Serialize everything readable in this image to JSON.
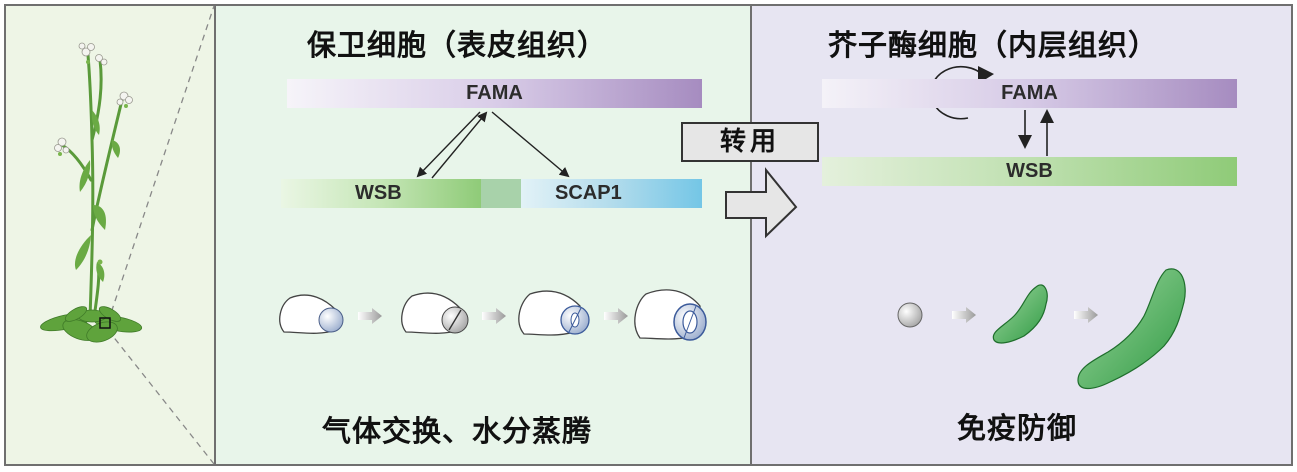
{
  "left_panel": {
    "title": "保卫细胞（表皮组织）",
    "genes": {
      "top": "FAMA",
      "left": "WSB",
      "right": "SCAP1"
    },
    "function_label": "气体交换、水分蒸腾"
  },
  "transfer_label": "转用",
  "right_panel": {
    "title": "芥子酶细胞（内层组织）",
    "genes": {
      "top": "FAMA",
      "bottom": "WSB"
    },
    "function_label": "免疫防御"
  },
  "colors": {
    "fama_purple": "#a68cc0",
    "wsb_green": "#8fcb78",
    "scap1_blue": "#74c6e6",
    "left_panel_bg": "#e8f5ea",
    "right_panel_bg": "#e7e5f2",
    "plant_panel_bg": "#eef5e6",
    "myrosin_green": "#2f9a43",
    "panel_border": "#6f6f6f"
  }
}
